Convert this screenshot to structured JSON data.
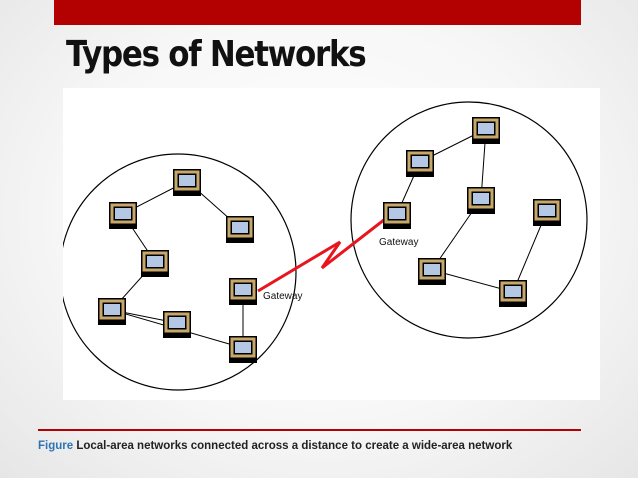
{
  "slide": {
    "title": "Types of Networks",
    "accent_color": "#b30000"
  },
  "diagram": {
    "gateway_left_label": "Gateway",
    "gateway_right_label": "Gateway",
    "wan_link_color": "#e8141e",
    "computer_icon": "computer-monitor-icon"
  },
  "caption": {
    "prefix": "Figure",
    "text": " Local-area networks connected across a distance to create a wide-area network",
    "prefix_color": "#2e74b5"
  }
}
